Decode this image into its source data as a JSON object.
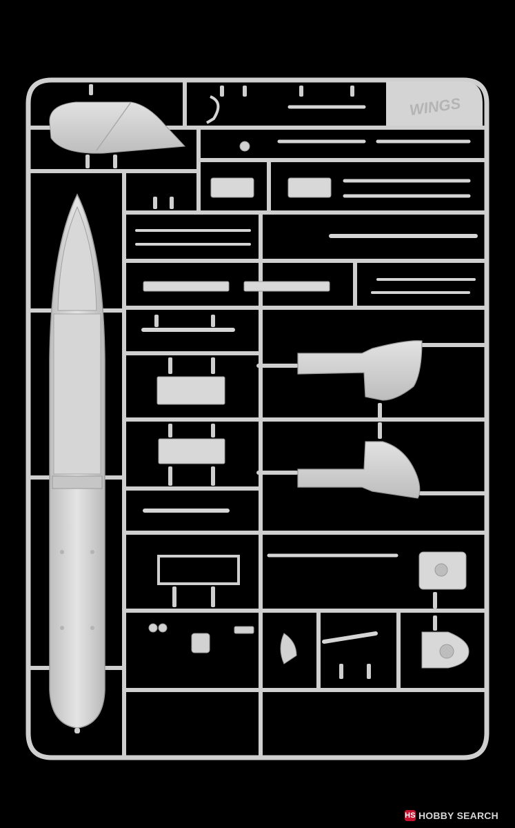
{
  "image": {
    "subject": "plastic model kit sprue",
    "background_color": "#000000",
    "plastic_color": "#d9d9d9",
    "runner_color": "#cfcfcf",
    "logo_on_sprue": "WINGS",
    "watermark": {
      "brand": "HOBBY SEARCH",
      "mark": "HS",
      "accent": "#c4122f"
    }
  }
}
